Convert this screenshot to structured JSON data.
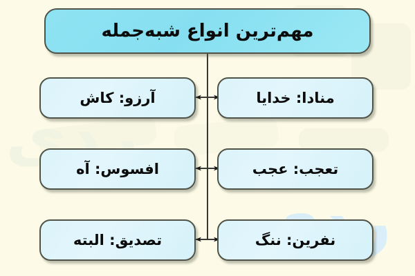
{
  "diagram": {
    "language": "fa",
    "direction": "rtl",
    "type": "tree-diagram",
    "title": "مهم‌ترین انواع شبه‌جمله",
    "background_color": "#fdfbe7",
    "title_box_color": "#8fe3f2",
    "leaf_box_color": "#ddf4fb",
    "border_color": "#4e5247",
    "text_color": "#0b0b0b",
    "connector_color": "#1a1a1a",
    "watermark": {
      "right_text": "ردی",
      "left_text": "ردی"
    },
    "rows": [
      {
        "row_index": 1,
        "left": {
          "label": "آرزو: کاش",
          "category": "آرزو",
          "example": "کاش"
        },
        "right": {
          "label": "منادا: خدایا",
          "category": "منادا",
          "example": "خدایا"
        },
        "connector": "double-arrow"
      },
      {
        "row_index": 2,
        "left": {
          "label": "افسوس: آه",
          "category": "افسوس",
          "example": "آه"
        },
        "right": {
          "label": "تعجب: عجب",
          "category": "تعجب",
          "example": "عجب"
        },
        "connector": "double-arrow"
      },
      {
        "row_index": 3,
        "left": {
          "label": "تصدیق: البته",
          "category": "تصدیق",
          "example": "البته"
        },
        "right": {
          "label": "نفرین: ننگ",
          "category": "نفرین",
          "example": "ننگ"
        },
        "connector": "double-arrow"
      }
    ],
    "icons": {
      "trunk": "vertical-line",
      "branch": "double-headed-arrow-icon"
    }
  }
}
